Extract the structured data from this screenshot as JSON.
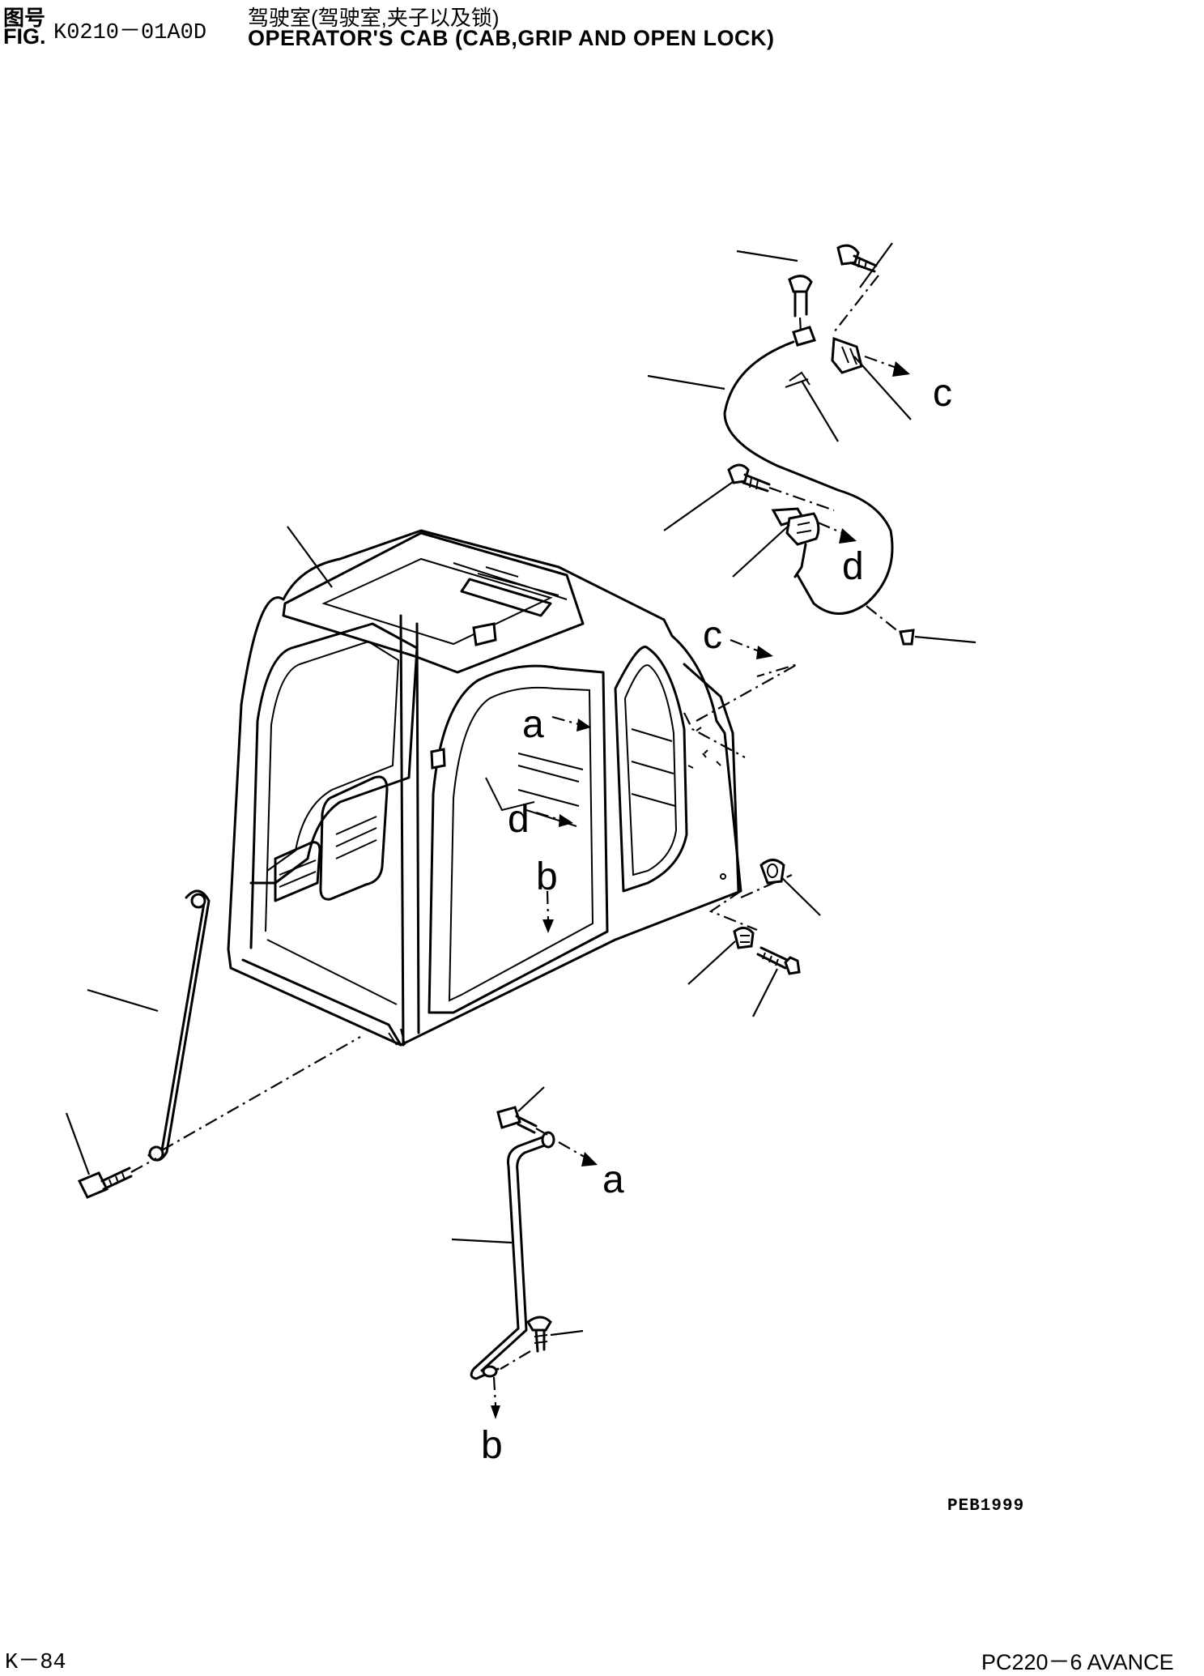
{
  "header": {
    "fig_label_cn": "图号",
    "fig_label_en": "FIG.",
    "fig_number": "K0210－01A0D",
    "title_cn": "驾驶室(驾驶室,夹子以及锁)",
    "title_en": "OPERATOR'S CAB (CAB,GRIP AND OPEN LOCK)"
  },
  "callouts": {
    "c_upper": "c",
    "d_upper": "d",
    "c_lower": "c",
    "a_cab": "a",
    "d_cab": "d",
    "b_cab": "b",
    "a_grip": "a",
    "b_grip": "b"
  },
  "footer": {
    "drawing_code": "PEB1999",
    "page_number": "K－84",
    "model": "PC220－6 AVANCE"
  },
  "style": {
    "line_color": "#000000",
    "background": "#ffffff"
  }
}
